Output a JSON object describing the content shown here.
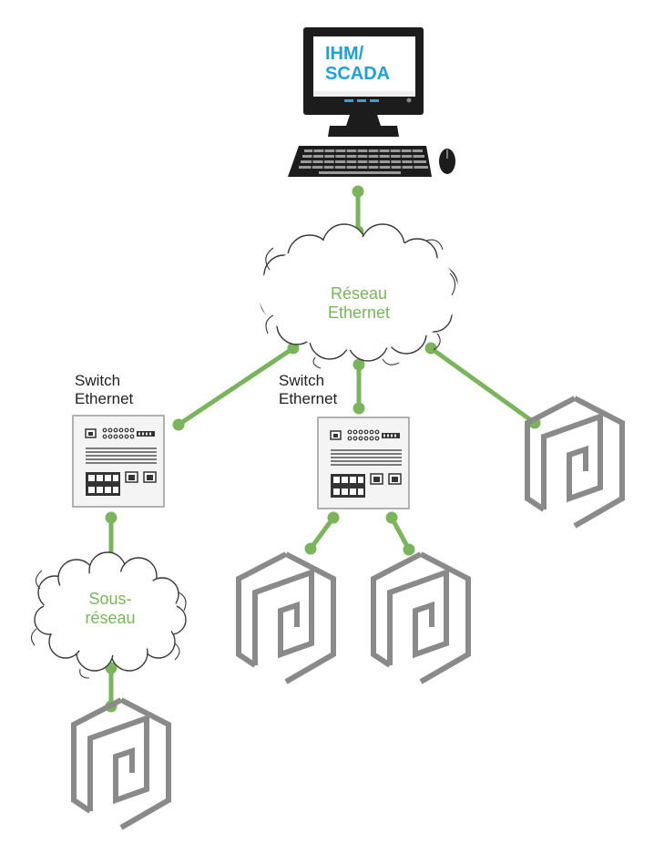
{
  "colors": {
    "link": "#7ab55c",
    "device": "#8a8a8a",
    "cloud_stroke": "#3a3a3a",
    "screen_text": "#1fa0d8",
    "label_text": "#222222"
  },
  "workstation": {
    "screen_line1": "IHM/",
    "screen_line2": "SCADA",
    "icon": "computer-workstation-icon"
  },
  "main_network": {
    "line1": "Réseau",
    "line2": "Ethernet",
    "icon": "cloud-icon"
  },
  "sub_network": {
    "line1": "Sous-",
    "line2": "réseau",
    "icon": "cloud-icon"
  },
  "switch_left": {
    "line1": "Switch",
    "line2": "Ethernet",
    "icon": "ethernet-switch-icon"
  },
  "switch_middle": {
    "line1": "Switch",
    "line2": "Ethernet",
    "icon": "ethernet-switch-icon"
  },
  "field_device_icon": "field-device-icon"
}
